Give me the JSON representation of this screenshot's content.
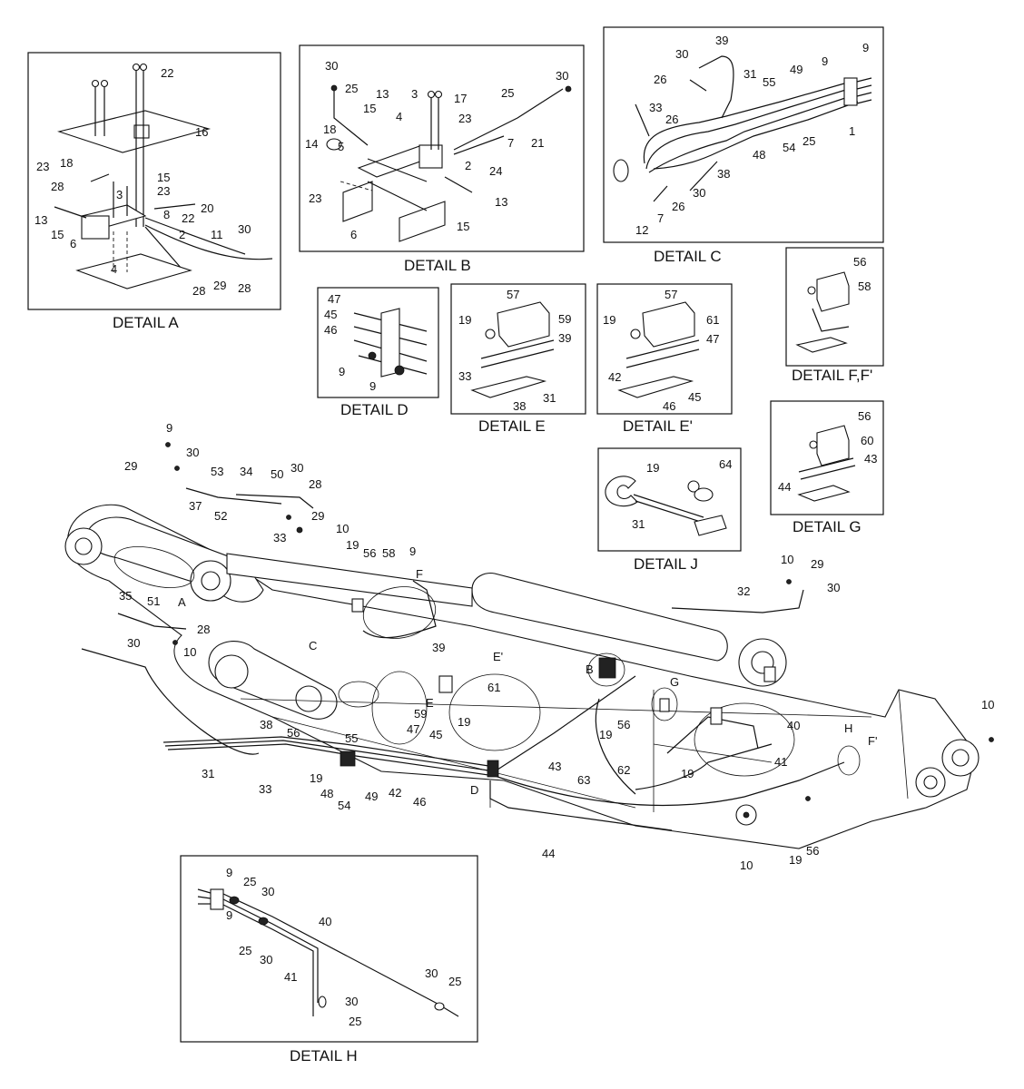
{
  "details": {
    "a": "DETAIL A",
    "b": "DETAIL B",
    "c": "DETAIL C",
    "d": "DETAIL D",
    "e": "DETAIL E",
    "e2": "DETAIL E'",
    "ff": "DETAIL F,F'",
    "g": "DETAIL G",
    "j": "DETAIL J",
    "h": "DETAIL H"
  },
  "callouts": {
    "a": [
      "22",
      "16",
      "18",
      "23",
      "15",
      "28",
      "3",
      "23",
      "20",
      "13",
      "8",
      "22",
      "15",
      "6",
      "2",
      "11",
      "30",
      "4",
      "28",
      "29",
      "28"
    ],
    "b": [
      "30",
      "25",
      "13",
      "3",
      "17",
      "30",
      "25",
      "18",
      "15",
      "4",
      "23",
      "14",
      "5",
      "7",
      "21",
      "24",
      "2",
      "23",
      "13",
      "15",
      "6"
    ],
    "c": [
      "39",
      "30",
      "9",
      "26",
      "31",
      "9",
      "55",
      "49",
      "33",
      "26",
      "48",
      "54",
      "25",
      "38",
      "30",
      "1",
      "26",
      "12",
      "7"
    ],
    "d": [
      "47",
      "45",
      "46",
      "9",
      "9"
    ],
    "e": [
      "57",
      "19",
      "59",
      "39",
      "33",
      "38",
      "31"
    ],
    "e2": [
      "57",
      "19",
      "61",
      "47",
      "42",
      "46",
      "45"
    ],
    "ff": [
      "56",
      "58"
    ],
    "g": [
      "56",
      "60",
      "43",
      "44"
    ],
    "j": [
      "19",
      "64",
      "31"
    ],
    "h": [
      "9",
      "25",
      "30",
      "9",
      "25",
      "30",
      "40",
      "41",
      "30",
      "25",
      "30",
      "25"
    ],
    "main": [
      "9",
      "29",
      "30",
      "53",
      "34",
      "50",
      "30",
      "28",
      "37",
      "52",
      "29",
      "33",
      "10",
      "19",
      "56",
      "58",
      "9",
      "F",
      "35",
      "51",
      "A",
      "28",
      "30",
      "10",
      "39",
      "C",
      "E'",
      "32",
      "10",
      "29",
      "30",
      "38",
      "56",
      "61",
      "59",
      "19",
      "E",
      "47",
      "45",
      "19",
      "56",
      "D",
      "B",
      "G",
      "40",
      "H",
      "F'",
      "10",
      "31",
      "33",
      "19",
      "48",
      "54",
      "49",
      "42",
      "46",
      "63",
      "62",
      "41",
      "19",
      "43",
      "44",
      "10",
      "19",
      "56",
      "55"
    ]
  }
}
